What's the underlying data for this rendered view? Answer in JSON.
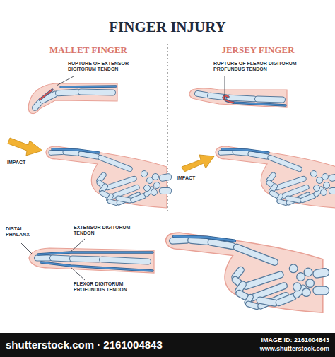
{
  "diagram": {
    "title": "FINGER INJURY",
    "labels": [
      "MALLET FINGER",
      "JERSEY FINGER",
      "RUPTURE OF EXTENSOR DIGITORUM TENDON",
      "RUPTURE OF FLEXOR DIGITORUM PROFUNDUS TENDON",
      "IMPACT",
      "IMPACT",
      "DISTAL PHALANX",
      "EXTENSOR DIGITORUM TENDON",
      "FLEXOR DIGITORUM PROFUNDUS TENDON",
      "shutterstock.com · 2161004843",
      "IMAGE ID: 2161004843",
      "www.shutterstock.com"
    ]
  }
}
